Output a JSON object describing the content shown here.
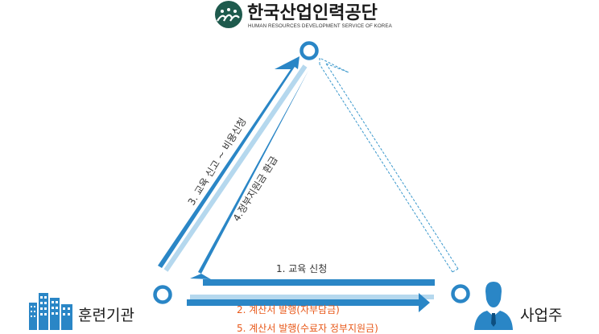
{
  "logo": {
    "title": "한국산업인력공단",
    "subtitle": "HUMAN RESOURCES DEVELOPMENT SERVICE OF KOREA",
    "emblem_icon": "people-emblem-icon"
  },
  "nodes": {
    "training_institution": {
      "label": "훈련기관",
      "icon": "buildings-icon"
    },
    "employer": {
      "label": "사업주",
      "icon": "person-icon"
    }
  },
  "flows": {
    "edu_application": "1. 교육 신청",
    "invoice_self": "2. 계산서 발행(자부담금)",
    "report_cost": "3. 교육 신고 ~ 비용신청",
    "refund_support": "4.정부지원금 환급",
    "invoice_support": "5. 계산서 발행(수료자 정부지원금)"
  },
  "colors": {
    "primary_blue": "#2a86c6",
    "light_blue": "#b5d8ee",
    "dashed_blue": "#3b98cc",
    "orange_text": "#e8591a",
    "emblem_green": "#1e5a4d"
  }
}
